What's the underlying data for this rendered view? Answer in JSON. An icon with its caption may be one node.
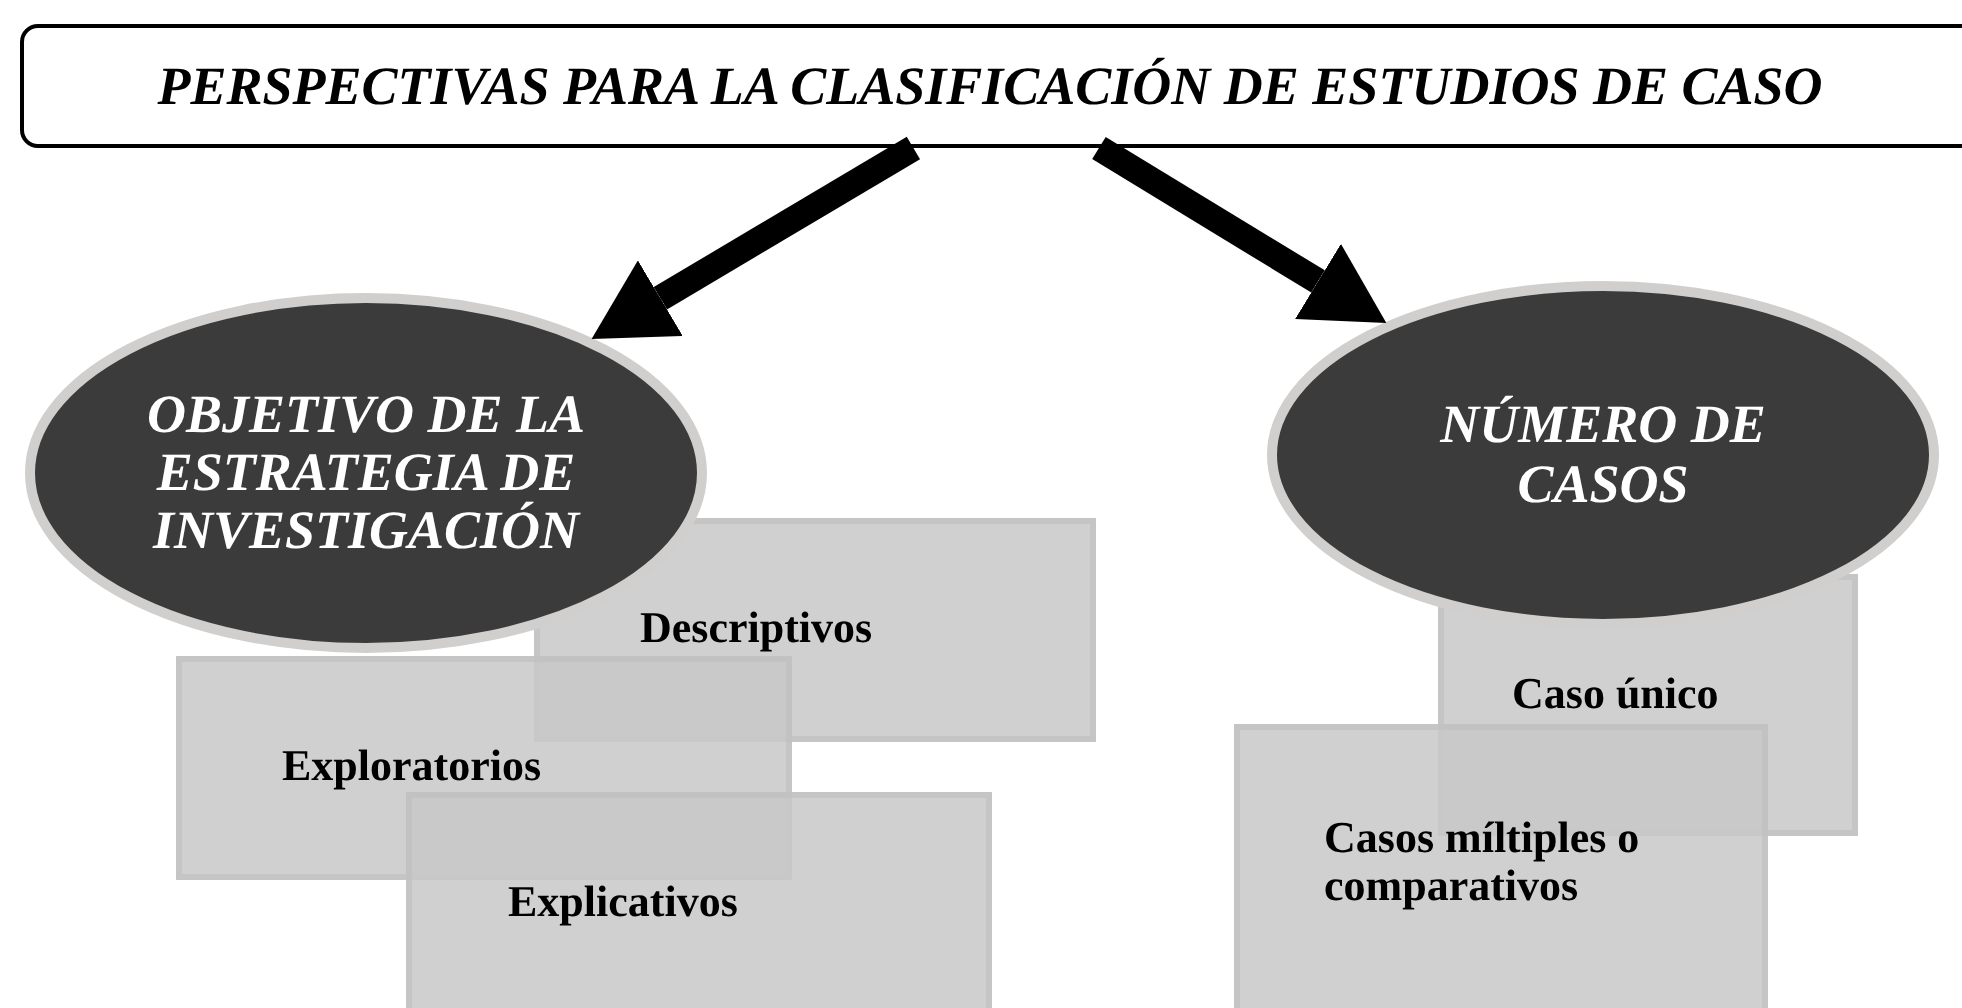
{
  "diagram": {
    "nodes": [
      {
        "text": [
          "PERSPECTIVAS PARA LA CLASIFICACIÓN DE ESTUDIOS DE CASO"
        ]
      },
      {
        "text": [
          "OBJETIVO DE LA ESTRATEGIA DE INVESTIGACIÓN"
        ]
      },
      {
        "text": [
          "Descriptivos"
        ]
      },
      {
        "text": [
          "Exploratorios"
        ]
      },
      {
        "text": [
          "Explicativos"
        ]
      },
      {
        "text": [
          "NÚMERO DE CASOS"
        ]
      },
      {
        "text": [
          "Caso único"
        ]
      },
      {
        "text": [
          "Casos míltiples o comparativos"
        ]
      }
    ],
    "edges": [
      {
        "from": 0,
        "to": 1,
        "arrow": "to"
      },
      {
        "from": 0,
        "to": 5,
        "arrow": "to"
      }
    ]
  }
}
